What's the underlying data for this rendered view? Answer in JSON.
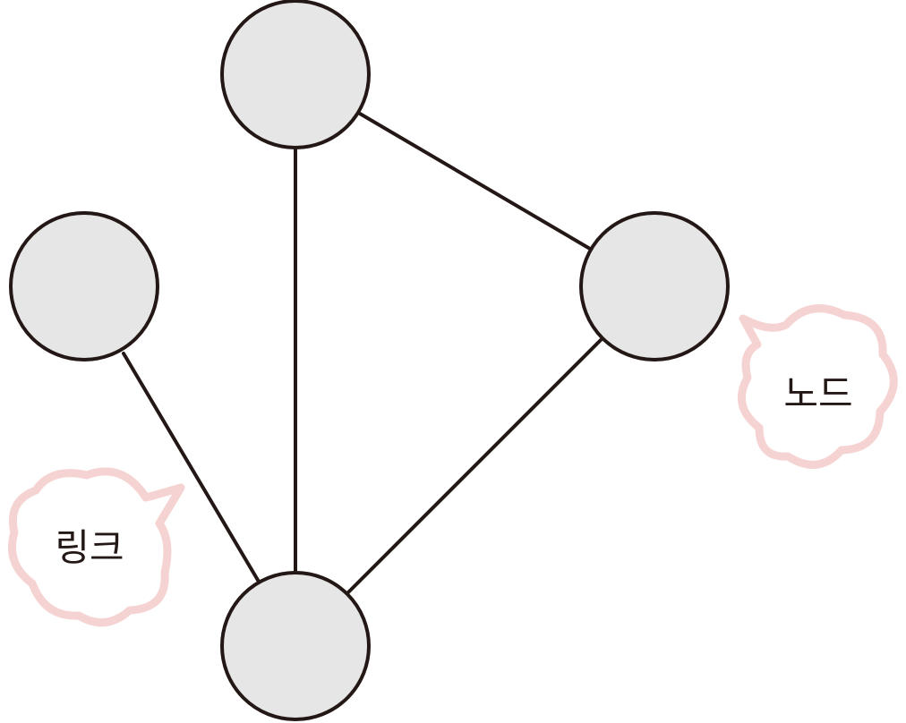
{
  "labels": {
    "link": "링크",
    "node": "노드"
  },
  "nodes": [
    {
      "id": "top"
    },
    {
      "id": "left"
    },
    {
      "id": "right"
    },
    {
      "id": "bottom"
    }
  ],
  "edges": [
    {
      "from": "top",
      "to": "bottom"
    },
    {
      "from": "top",
      "to": "right"
    },
    {
      "from": "right",
      "to": "bottom"
    },
    {
      "from": "left",
      "to": "bottom"
    }
  ],
  "colors": {
    "node_fill": "#e6e6e6",
    "stroke": "#231815",
    "bubble_outline": "#f6d3d3"
  }
}
